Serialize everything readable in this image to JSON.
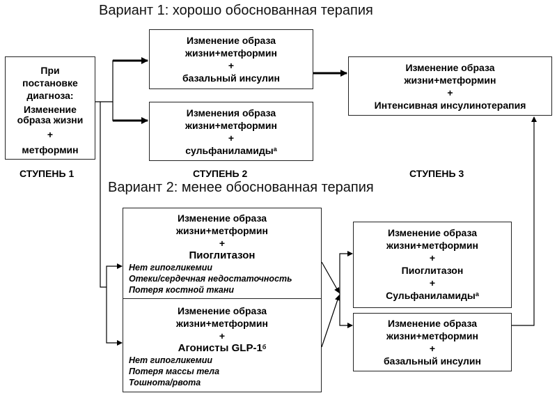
{
  "variant1": {
    "title": "Вариант 1: хорошо обоснованная терапия"
  },
  "variant2": {
    "title": "Вариант 2: менее обоснованная терапия"
  },
  "steps": {
    "step1": "СТУПЕНЬ 1",
    "step2": "СТУПЕНЬ 2",
    "step3": "СТУПЕНЬ 3"
  },
  "boxes": {
    "diagnosis": {
      "lines": [
        "При",
        "постановке",
        "диагноза:",
        "Изменение",
        "образа жизни",
        "+",
        "метформин"
      ]
    },
    "v1_basal": {
      "lines": [
        "Изменение образа",
        "жизни+метформин",
        "+",
        "базальный инсулин"
      ]
    },
    "v1_sulfonyl": {
      "lines": [
        "Изменения образа",
        "жизни+метформин",
        "+",
        "сульфаниламиды"
      ],
      "footnote": "а"
    },
    "v1_intensive": {
      "lines": [
        "Изменение образа",
        "жизни+метформин",
        "+",
        "Интенсивная инсулинотерапия"
      ]
    },
    "v2_pioglitazone": {
      "lines": [
        "Изменение образа",
        "жизни+метформин",
        "+",
        "Пиоглитазон"
      ],
      "notes": [
        "Нет гипогликемии",
        "Отеки/сердечная недостаточность",
        "Потеря костной ткани"
      ]
    },
    "v2_glp1": {
      "lines": [
        "Изменение образа",
        "жизни+метформин",
        "+",
        "Агонисты GLP-1"
      ],
      "footnote": "б",
      "notes": [
        "Нет гипогликемии",
        "Потеря массы тела",
        "Тошнота/рвота"
      ]
    },
    "v2_pio_sulfonyl": {
      "lines": [
        "Изменение образа",
        "жизни+метформин",
        "+",
        "Пиоглитазон",
        "+",
        "Сульфаниламиды"
      ],
      "footnote": "а"
    },
    "v2_basal": {
      "lines": [
        "Изменение образа",
        "жизни+метформин",
        "+",
        "базальный инсулин"
      ]
    }
  }
}
